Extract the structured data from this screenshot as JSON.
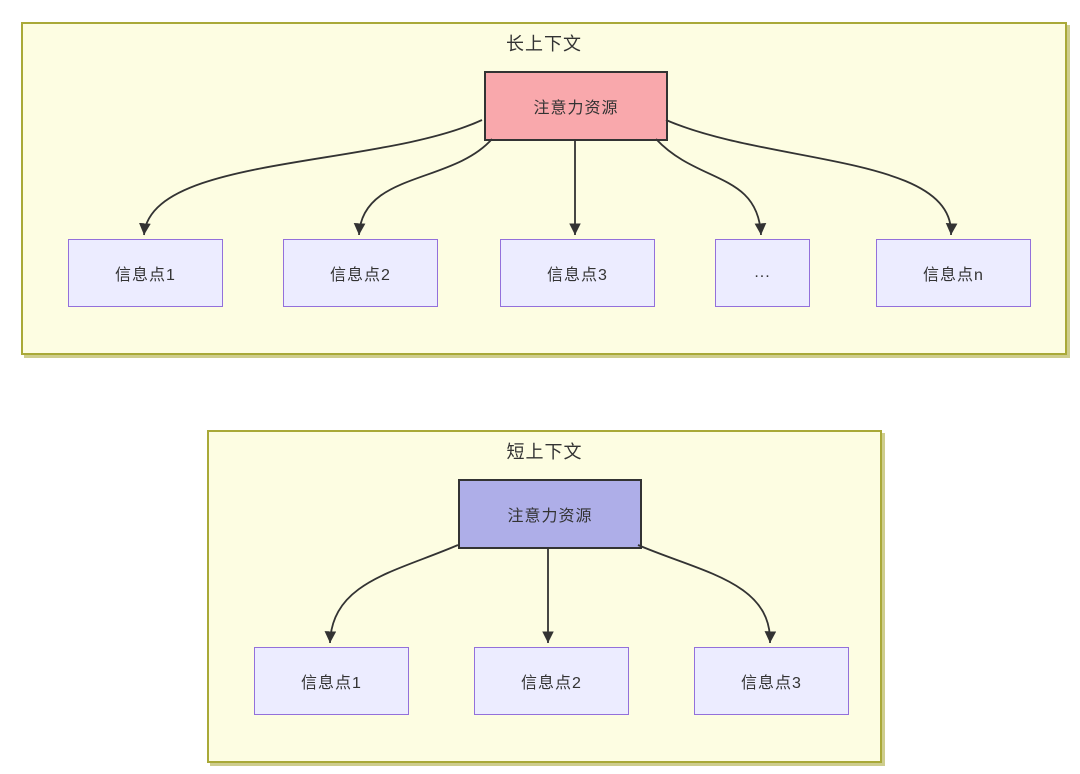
{
  "diagram_type": "flowchart",
  "sections": {
    "long": {
      "title": "长上下文",
      "attention": {
        "label": "注意力资源"
      },
      "targets": [
        {
          "label": "信息点1"
        },
        {
          "label": "信息点2"
        },
        {
          "label": "信息点3"
        },
        {
          "label": "..."
        },
        {
          "label": "信息点n"
        }
      ]
    },
    "short": {
      "title": "短上下文",
      "attention": {
        "label": "注意力资源"
      },
      "targets": [
        {
          "label": "信息点1"
        },
        {
          "label": "信息点2"
        },
        {
          "label": "信息点3"
        }
      ]
    }
  },
  "colors": {
    "page_bg": "#ffffff",
    "container_fill": "#fdfde2",
    "container_border": "#a9a938",
    "container_shadow": "#cecd8d",
    "node_fill": "#ececff",
    "node_border": "#9370db",
    "node_dark_border": "#333333",
    "attention_long_fill": "#f9a8ac",
    "attention_short_fill": "#aeaee8",
    "edge": "#333333",
    "text": "#333333"
  }
}
